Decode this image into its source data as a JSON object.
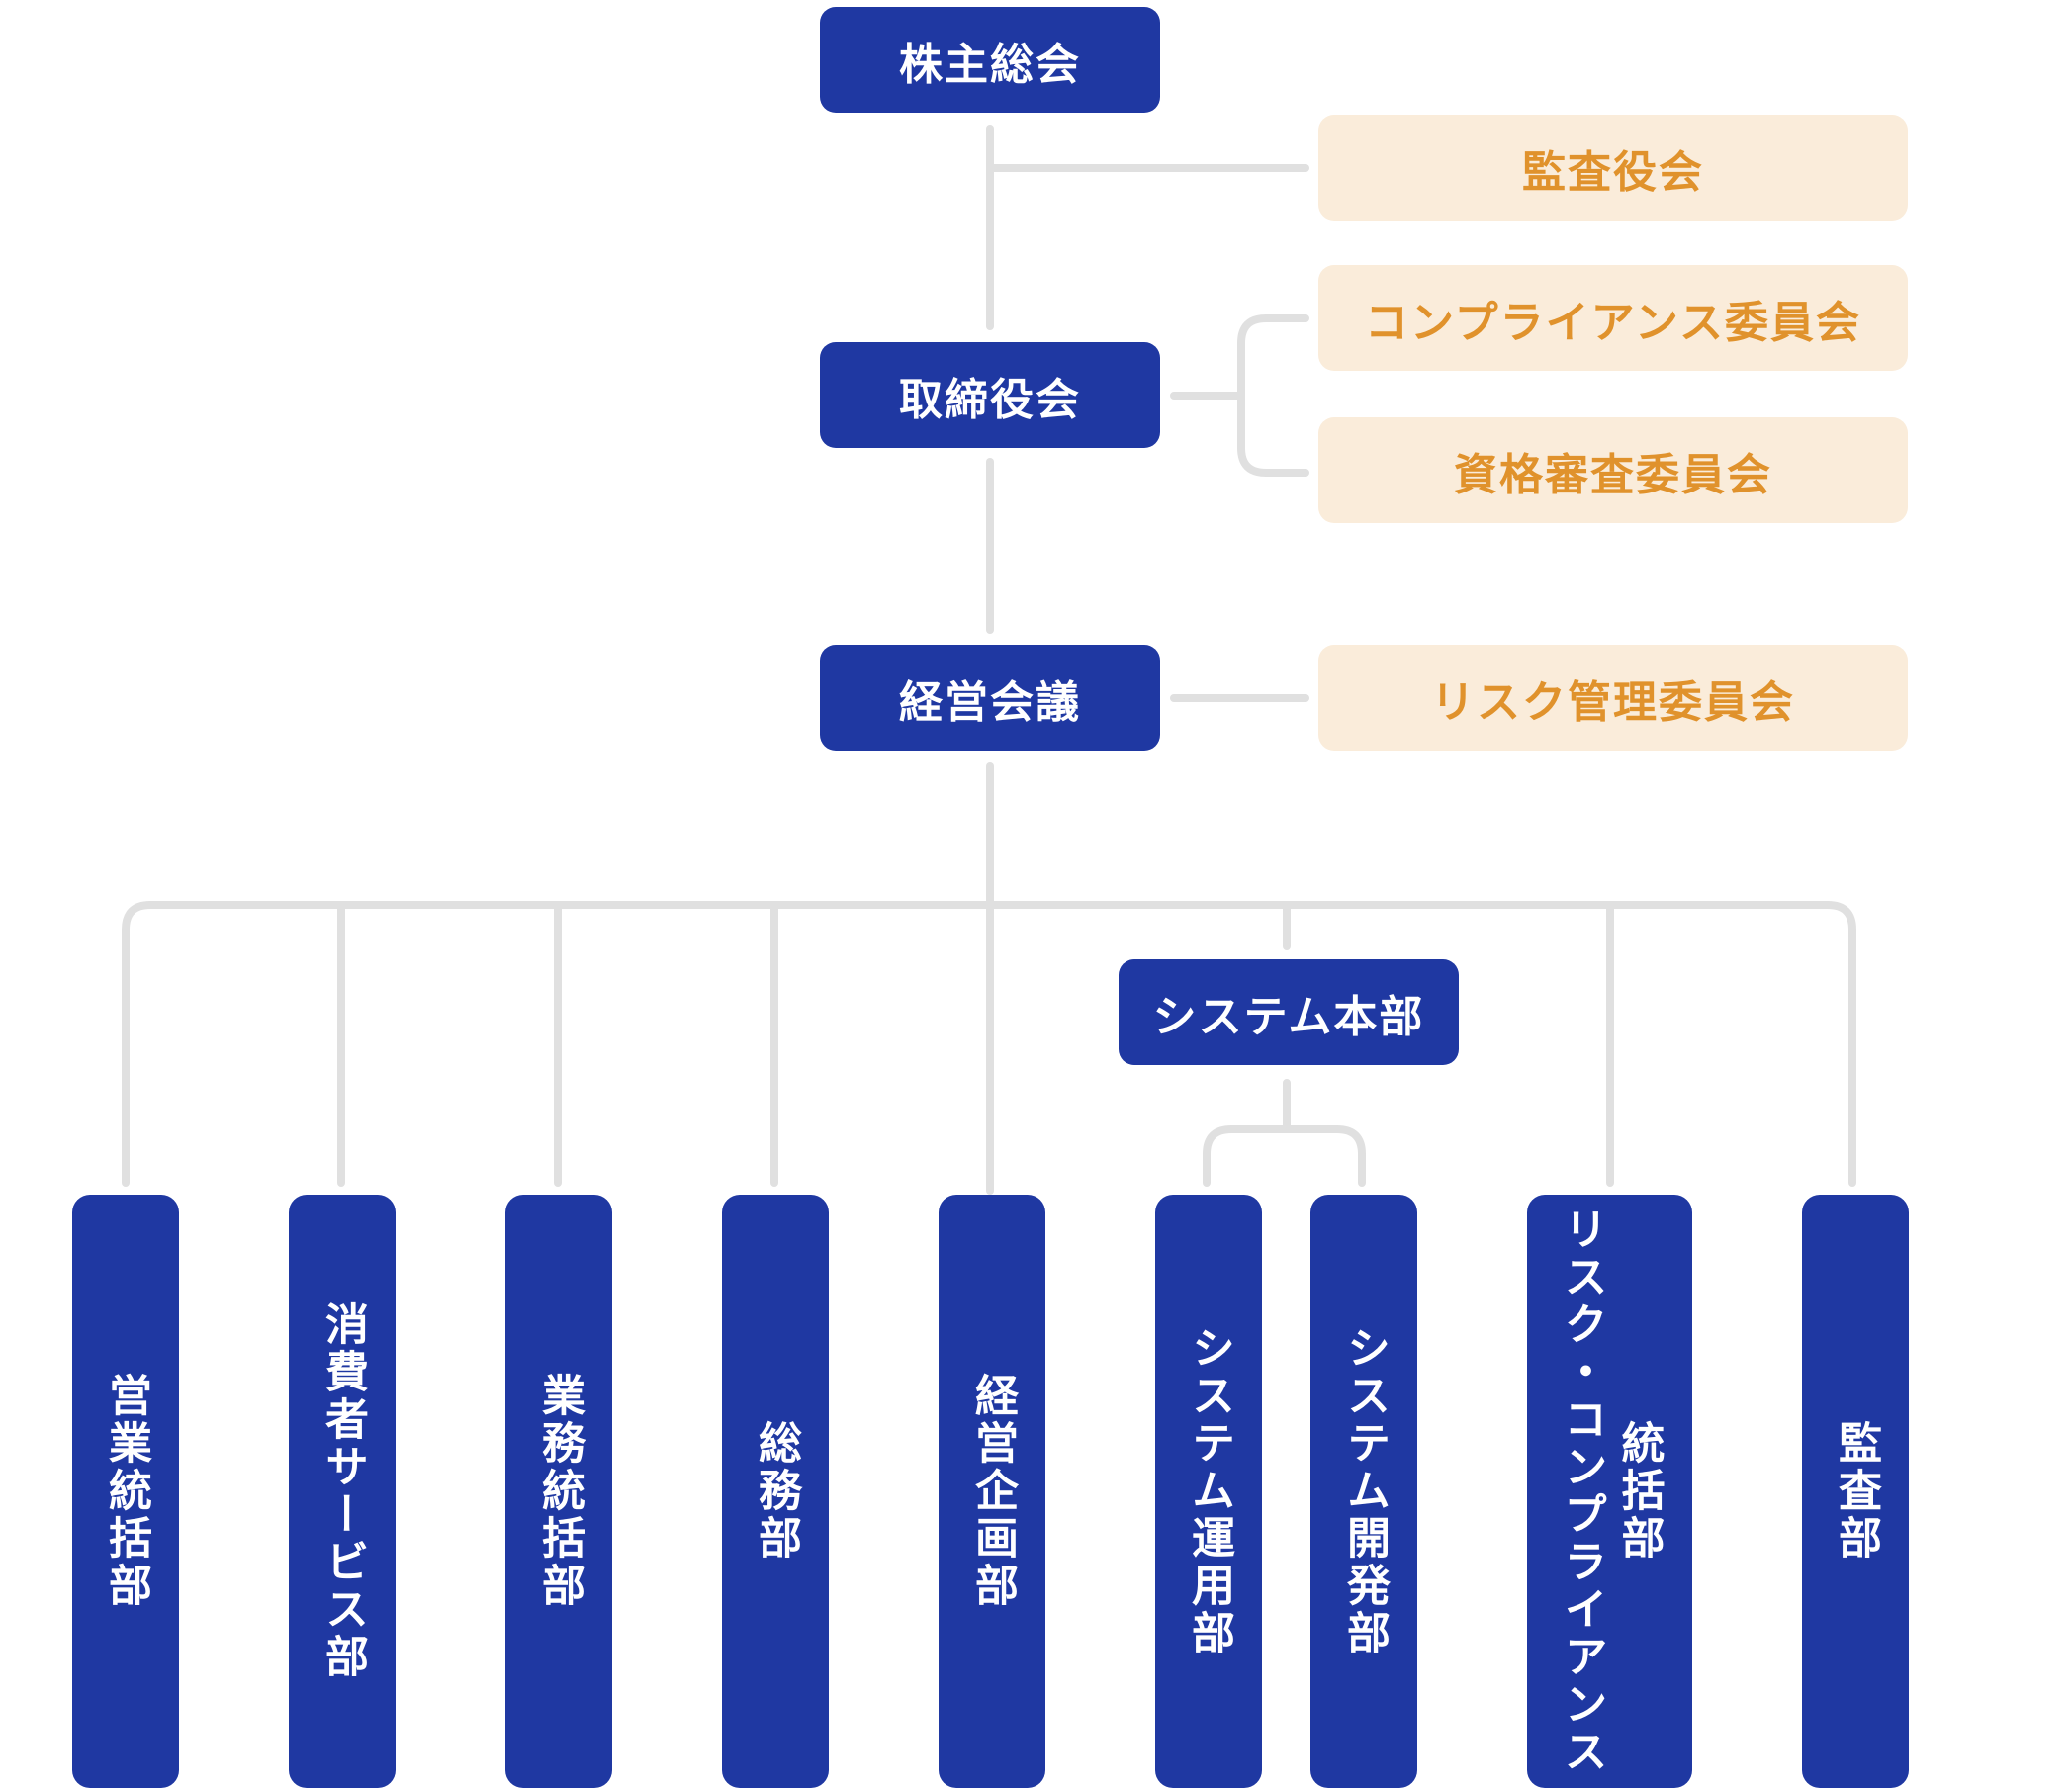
{
  "top_nodes": {
    "shareholders": "株主総会",
    "board": "取締役会",
    "management": "経営会議",
    "system_hq": "システム本部"
  },
  "committees": {
    "audit_board": "監査役会",
    "compliance": "コンプライアンス委員会",
    "qualification": "資格審査委員会",
    "risk": "リスク管理委員会"
  },
  "departments": {
    "sales": "営業統括部",
    "consumer_service": "消費者サービス部",
    "business": "業務統括部",
    "general_affairs": "総務部",
    "planning": "経営企画部",
    "system_ops": "システム運用部",
    "system_dev": "システム開発部",
    "risk_compliance_1": "リスク・コンプライアンス",
    "risk_compliance_2": "統括部",
    "audit": "監査部"
  },
  "colors": {
    "primary": "#1f38a2",
    "committee_bg": "#faecda",
    "committee_text": "#e0922c",
    "connector": "#e0e0e0"
  }
}
